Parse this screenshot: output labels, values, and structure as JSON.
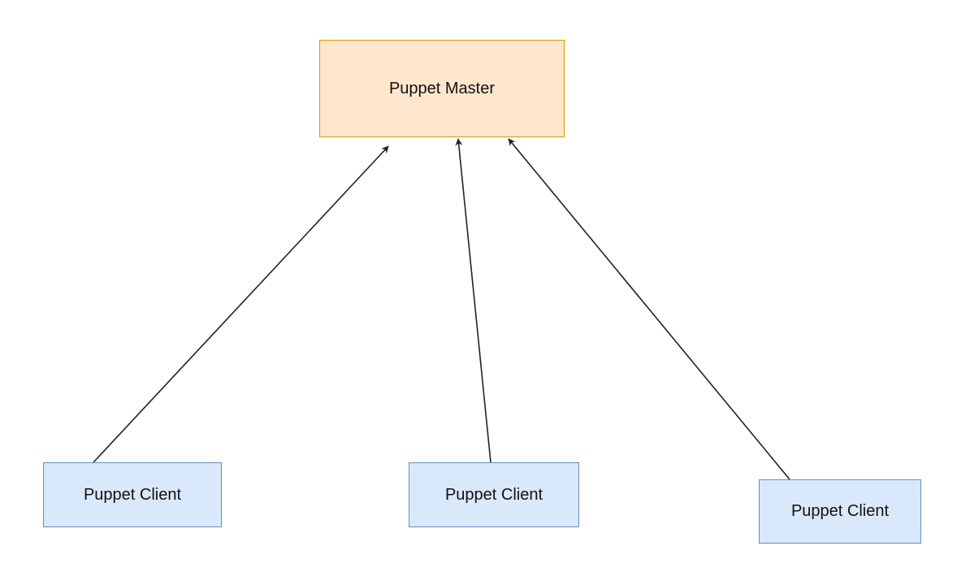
{
  "colors": {
    "master_fill": "#ffe6cc",
    "master_border": "#d79b00",
    "client_fill": "#dae8fc",
    "client_border": "#6c8ebf",
    "edge": "#222222"
  },
  "nodes": {
    "master": {
      "label": "Puppet Master"
    },
    "clients": [
      {
        "label": "Puppet Client"
      },
      {
        "label": "Puppet Client"
      },
      {
        "label": "Puppet Client"
      }
    ]
  },
  "edges": [
    {
      "from": "client-1",
      "to": "master"
    },
    {
      "from": "client-2",
      "to": "master"
    },
    {
      "from": "client-3",
      "to": "master"
    }
  ]
}
